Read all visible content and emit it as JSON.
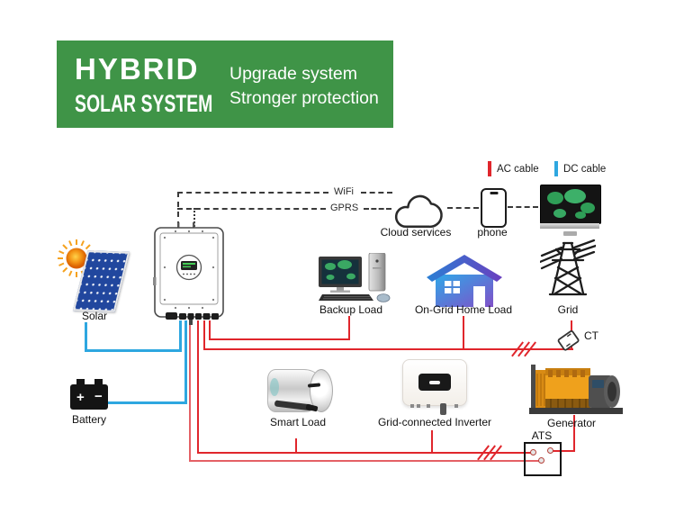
{
  "header": {
    "title_line1": "HYBRID",
    "title_line2": "SOLAR SYSTEM",
    "subtitle_line1": "Upgrade system",
    "subtitle_line2": "Stronger protection"
  },
  "legend": {
    "ac_label": "AC cable",
    "dc_label": "DC cable"
  },
  "communication": {
    "wifi_label": "WiFi",
    "gprs_label": "GPRS",
    "cloud_label": "Cloud services",
    "phone_label": "phone"
  },
  "nodes": {
    "solar_label": "Solar",
    "battery_label": "Battery",
    "battery_plus": "+",
    "battery_minus": "−",
    "backup_load_label": "Backup Load",
    "home_load_label": "On-Grid Home Load",
    "grid_label": "Grid",
    "ct_label": "CT",
    "smart_load_label": "Smart Load",
    "gc_inverter_label": "Grid-connected Inverter",
    "generator_label": "Generator",
    "ats_label": "ATS"
  },
  "colors": {
    "ac_cable": "#e0262c",
    "ac_cable_light": "#e46065",
    "dc_cable": "#2ea7e0",
    "banner_green": "#3f9447"
  }
}
